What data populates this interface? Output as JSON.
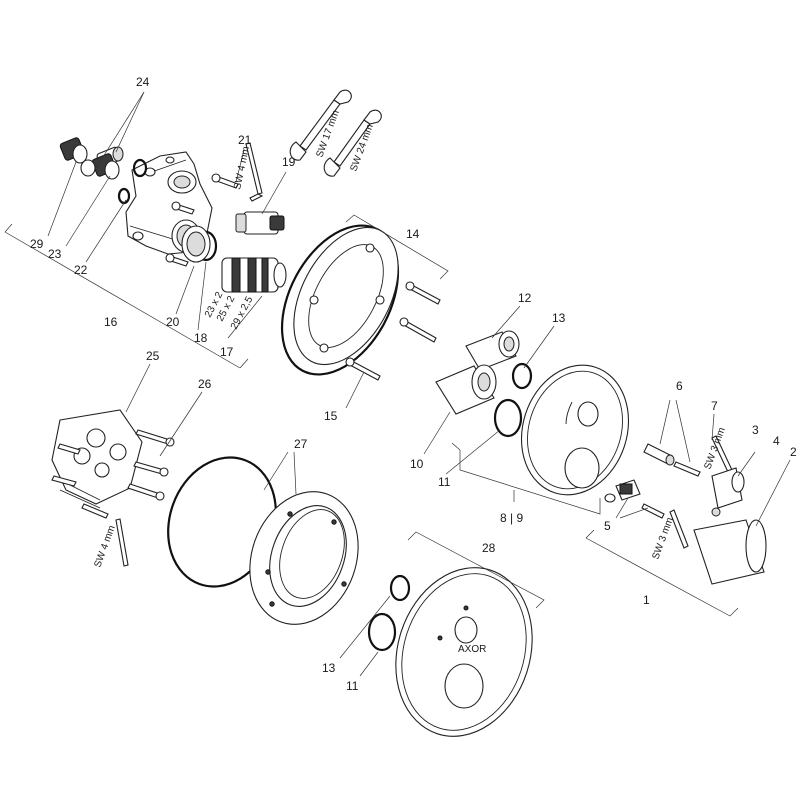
{
  "callouts": {
    "c1": "1",
    "c2": "2",
    "c3": "3",
    "c4": "4",
    "c5": "5",
    "c6": "6",
    "c7": "7",
    "c89": "8 | 9",
    "c10": "10",
    "c11a": "11",
    "c11b": "11",
    "c12": "12",
    "c13a": "13",
    "c13b": "13",
    "c14": "14",
    "c15": "15",
    "c16": "16",
    "c17": "17",
    "c18": "18",
    "c19": "19",
    "c20": "20",
    "c21": "21",
    "c22": "22",
    "c23": "23",
    "c24": "24",
    "c25": "25",
    "c26": "26",
    "c27": "27",
    "c28": "28",
    "c29": "29"
  },
  "tools": {
    "sw4_top": "SW 4 mm",
    "sw17": "SW 17 mm",
    "sw24": "SW 24 mm",
    "sw3_upper": "SW 3 mm",
    "sw3_lower": "SW 3 mm",
    "sw4_bottom": "SW 4 mm"
  },
  "oring_sizes": {
    "s1": "23 x 2",
    "s2": "25 x 2",
    "s3": "29 x 2,5"
  },
  "faceplate_logo": "AXOR"
}
